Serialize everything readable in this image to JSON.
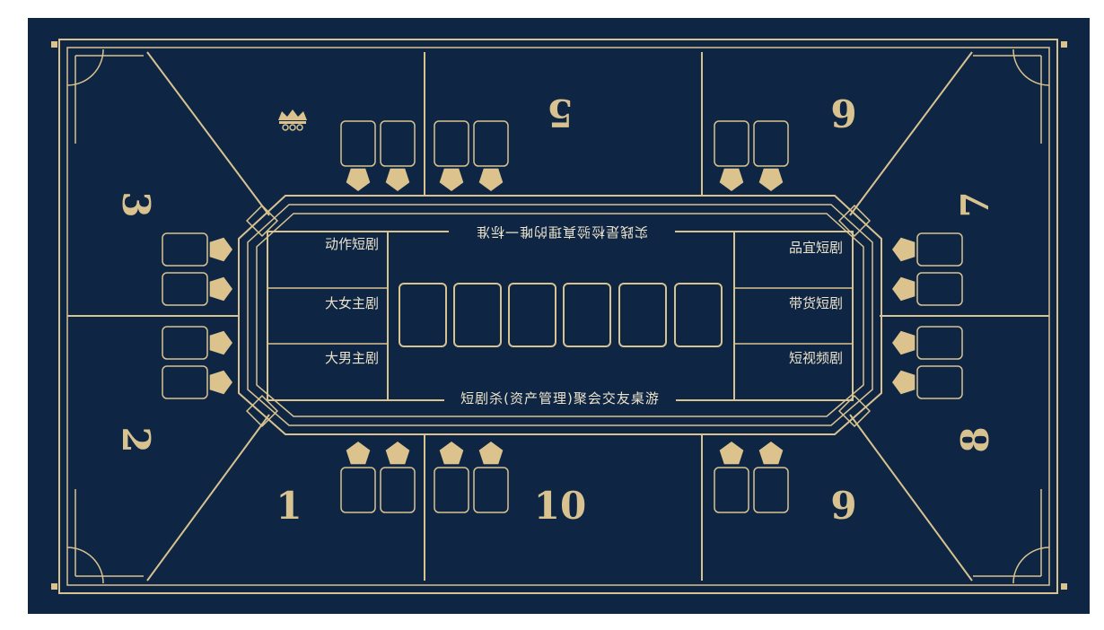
{
  "colors": {
    "background": "#0e2644",
    "gold": "#d8c28f",
    "label_text": "#ece3cc",
    "page": "#ffffff"
  },
  "board": {
    "slogan_top": "实践是检验真理的唯一标准",
    "slogan_bottom": "短剧杀(资产管理)聚会交友桌游",
    "left_categories": [
      "动作短剧",
      "大女主剧",
      "大男主剧"
    ],
    "right_categories": [
      "品宜短剧",
      "带货短剧",
      "短视频剧"
    ],
    "seats": {
      "s1": "1",
      "s2": "2",
      "s3": "3",
      "s5": "5",
      "s6": "6",
      "s7": "7",
      "s8": "8",
      "s9": "9",
      "s10": "10"
    },
    "logo_icon": "crown-icon",
    "card_icon": "pentagon-token-icon"
  }
}
